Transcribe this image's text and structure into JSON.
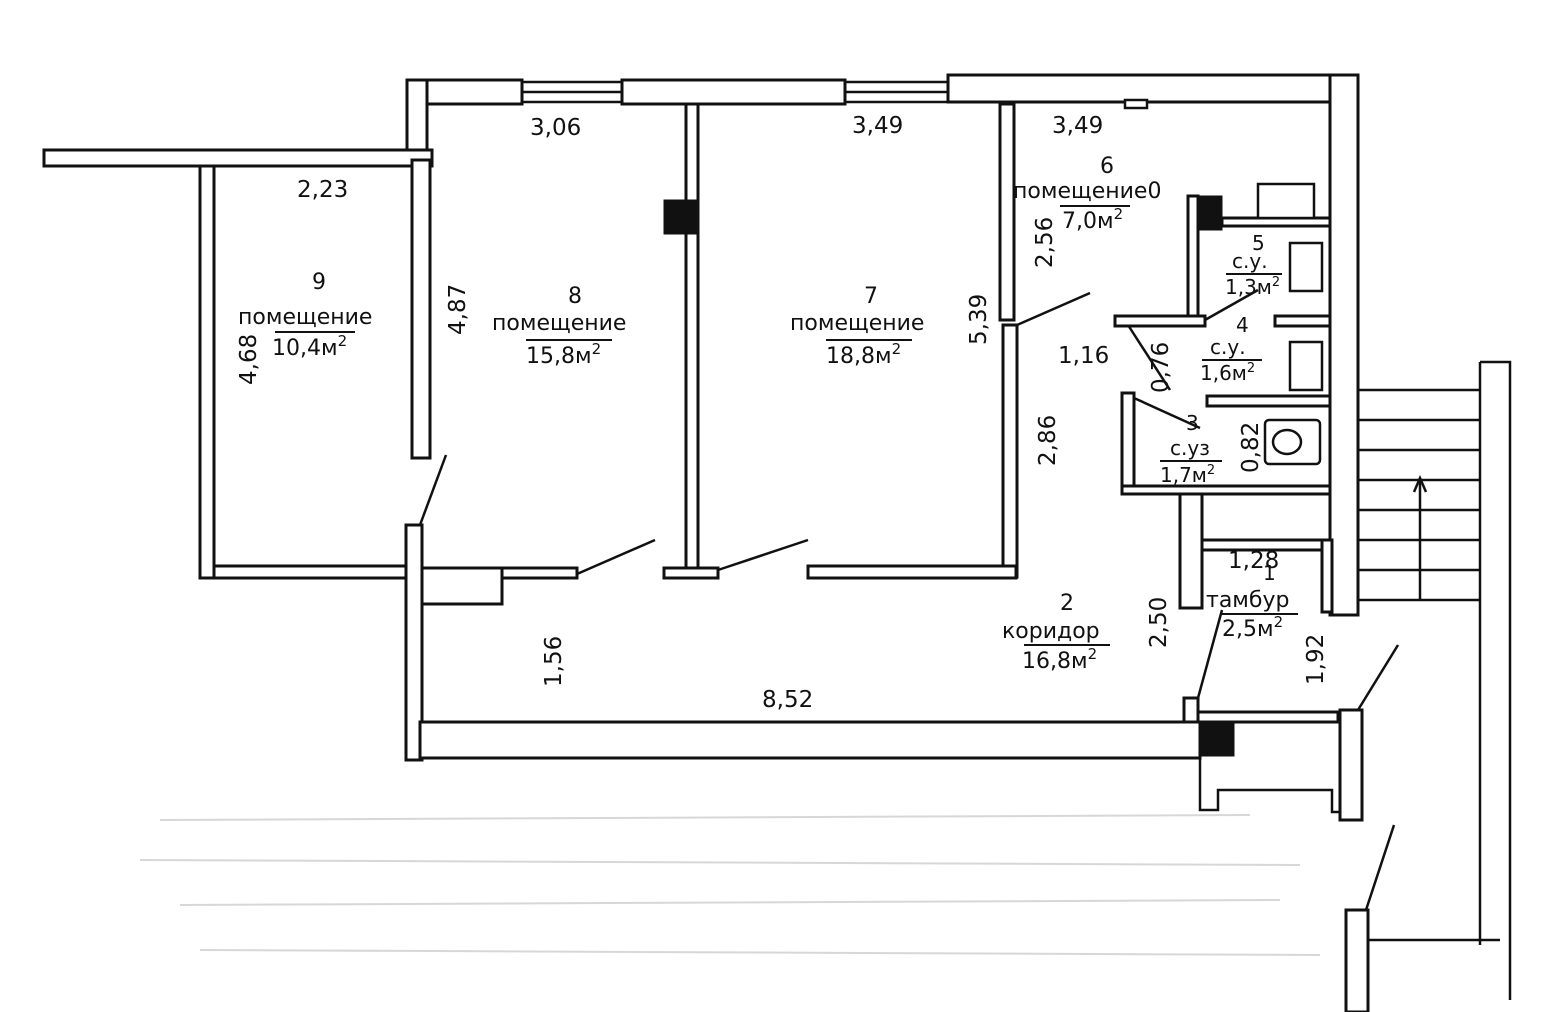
{
  "rooms": [
    {
      "num": "1",
      "name": "тамбур",
      "area": "2,5м",
      "sup": "2"
    },
    {
      "num": "2",
      "name": "коридор",
      "area": "16,8м",
      "sup": "2"
    },
    {
      "num": "3",
      "name": "с.уз",
      "area": "1,7м",
      "sup": "2"
    },
    {
      "num": "4",
      "name": "с.у.",
      "area": "1,6м",
      "sup": "2"
    },
    {
      "num": "5",
      "name": "с.у.",
      "area": "1,3м",
      "sup": "2"
    },
    {
      "num": "6",
      "name": "помещение0",
      "area": "7,0м",
      "sup": "2"
    },
    {
      "num": "7",
      "name": "помещение",
      "area": "18,8м",
      "sup": "2"
    },
    {
      "num": "8",
      "name": "помещение",
      "area": "15,8м",
      "sup": "2"
    },
    {
      "num": "9",
      "name": "помещение",
      "area": "10,4м",
      "sup": "2"
    }
  ],
  "dimensions": {
    "top_room8": "3,06",
    "top_room7": "3,49",
    "top_room6": "3,49",
    "top_room9": "2,23",
    "room9_height": "4,68",
    "room8_height": "4,87",
    "room7_height": "5,39",
    "room6_height": "2,56",
    "hall_mid": "1,16",
    "wc5_diag": "0,76",
    "wc3_height": "0,82",
    "corridor_left": "2,86",
    "corridor_height_left": "1,56",
    "corridor_width": "8,52",
    "corridor_height_right": "2,50",
    "vestibule_width": "1,28",
    "vestibule_height": "1,92"
  }
}
